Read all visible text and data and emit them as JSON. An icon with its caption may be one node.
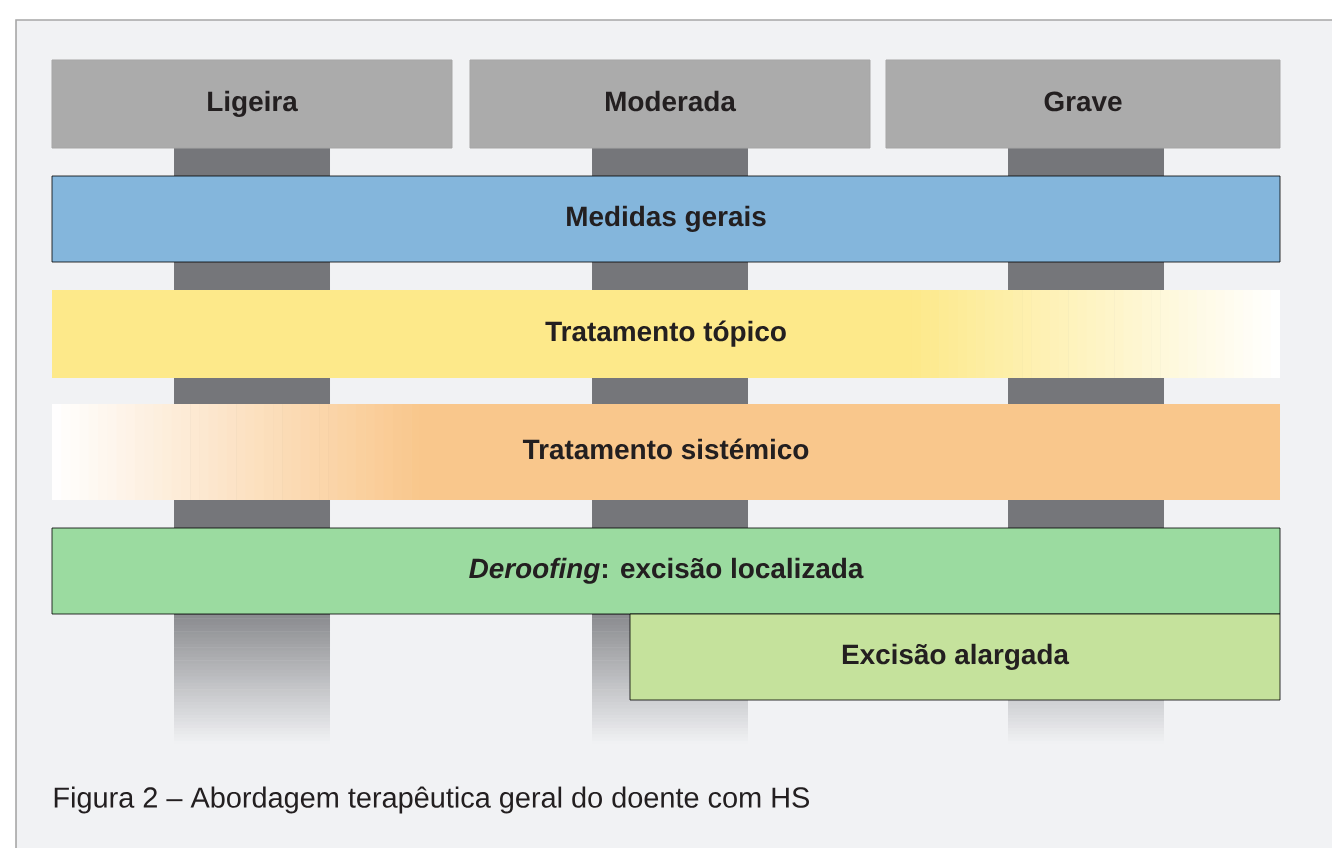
{
  "diagram": {
    "caption": "Figura 2 – Abordagem terapêutica geral do doente com HS",
    "nodes": [
      {
        "text": [
          "Ligeira"
        ]
      },
      {
        "text": [
          "Moderada"
        ]
      },
      {
        "text": [
          "Grave"
        ]
      },
      {
        "text": [
          "Medidas gerais"
        ]
      },
      {
        "text": [
          "Tratamento tópico"
        ]
      },
      {
        "text": [
          "Tratamento sistémico"
        ]
      },
      {
        "text": [
          "*Deroofing*: excisão localizada"
        ]
      },
      {
        "text": [
          "Excisão alargada"
        ]
      }
    ]
  }
}
